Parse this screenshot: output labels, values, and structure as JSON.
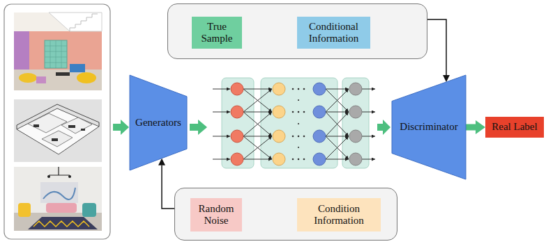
{
  "diagram": {
    "nodes": [
      {
        "text": []
      },
      {
        "text": [
          "True Sample"
        ],
        "in": 0
      },
      {
        "text": [
          "Conditional Information"
        ],
        "in": 0
      },
      {
        "text": [
          "Generators"
        ]
      },
      {
        "text": [
          "Discriminator"
        ]
      },
      {
        "text": [
          "Real Label"
        ]
      },
      {
        "text": []
      },
      {
        "text": [
          "Random Noise"
        ],
        "in": 6
      },
      {
        "text": [
          "Condition Information"
        ],
        "in": 6
      }
    ],
    "edges": [
      {
        "from": 0,
        "to": 4,
        "arrow": "to"
      },
      {
        "from": 6,
        "to": 3,
        "arrow": "to"
      },
      {
        "from": 4,
        "to": 5,
        "arrow": "to"
      }
    ]
  }
}
